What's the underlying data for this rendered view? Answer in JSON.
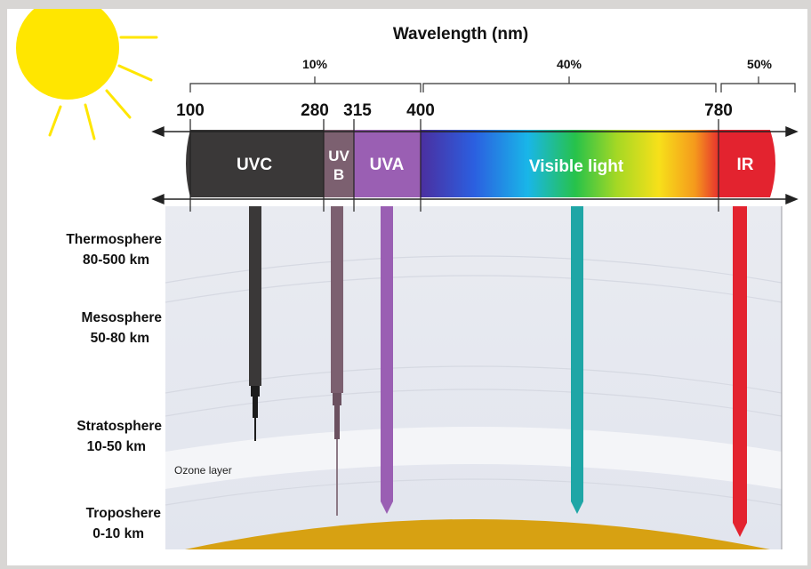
{
  "wavelength_axis": {
    "title": "Wavelength (nm)",
    "ticks": [
      "100",
      "280",
      "315",
      "400",
      "780"
    ]
  },
  "bands": [
    {
      "name": "UVC",
      "color": "#3a3838"
    },
    {
      "name": "UV B",
      "line1": "UV",
      "line2": "B",
      "color": "#7c6070"
    },
    {
      "name": "UVA",
      "color": "#9a5fb3"
    },
    {
      "name": "Visible light",
      "color": "gradient"
    },
    {
      "name": "IR",
      "color": "#e3232f"
    }
  ],
  "percentages": {
    "uv": "10%",
    "visible": "40%",
    "ir": "50%"
  },
  "layers": [
    {
      "name": "Thermosphere",
      "range": "80-500 km"
    },
    {
      "name": "Mesosphere",
      "range": "50-80 km"
    },
    {
      "name": "Stratosphere",
      "range": "10-50 km"
    },
    {
      "name": "Troposhere",
      "range": "0-10 km"
    }
  ],
  "ozone_label": "Ozone layer",
  "penetration": [
    {
      "band": "UVC",
      "stops_in": "Stratosphere",
      "color": "#3a3838"
    },
    {
      "band": "UVB",
      "stops_in": "Troposhere",
      "color": "#7c6070"
    },
    {
      "band": "UVA",
      "stops_in": "Troposhere",
      "color": "#9a5fb3"
    },
    {
      "band": "Visible light",
      "stops_in": "Troposhere",
      "color": "#1fa6a6"
    },
    {
      "band": "IR",
      "stops_in": "Troposhere",
      "color": "#e3232f"
    }
  ],
  "colors": {
    "sun": "#ffe600",
    "ground": "#d7a112",
    "atmosphere": "#e9ebf1",
    "ozone": "#f4f5f8"
  }
}
